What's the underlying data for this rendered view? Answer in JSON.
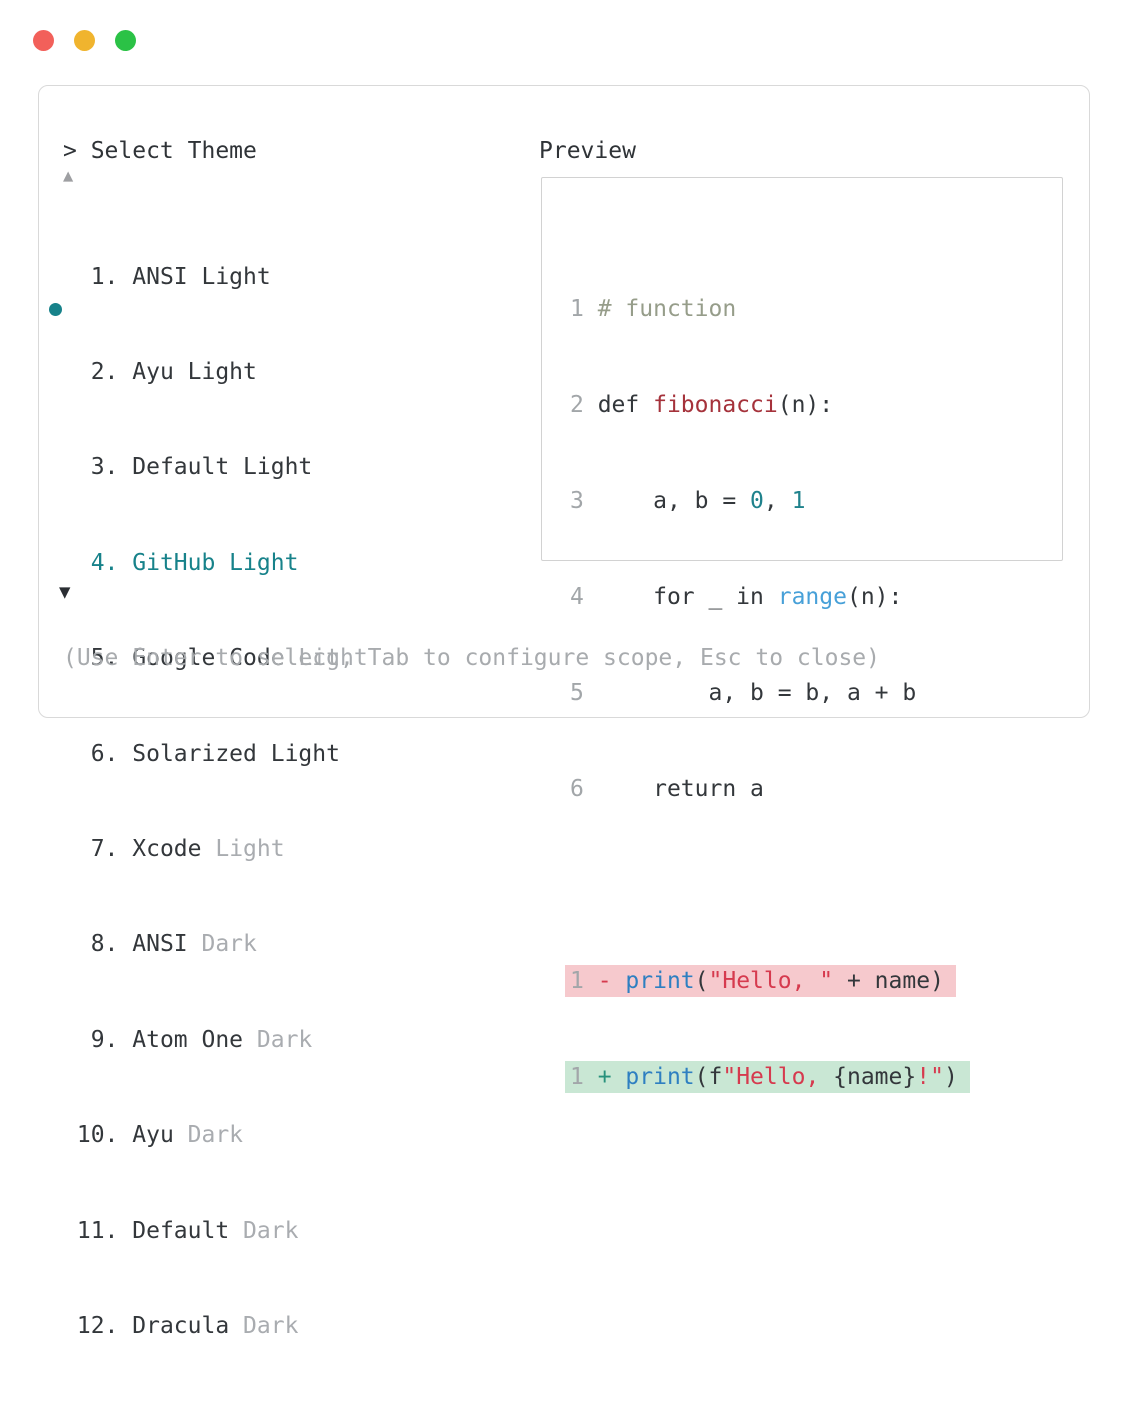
{
  "window": {
    "traffic_lights": {
      "red": "#f2605a",
      "yellow": "#f0b42e",
      "green": "#2bc246"
    }
  },
  "panel": {
    "title": "> Select Theme",
    "scroll_up_icon": "▲",
    "scroll_down_icon": "▼",
    "hint": "(Use Enter to select, Tab to configure scope, Esc to close)",
    "list": {
      "selected_index": 4,
      "items": [
        {
          "num": "  1. ",
          "name": "ANSI Light",
          "suffix": ""
        },
        {
          "num": "  2. ",
          "name": "Ayu Light",
          "suffix": ""
        },
        {
          "num": "  3. ",
          "name": "Default Light",
          "suffix": ""
        },
        {
          "num": "  4. ",
          "name": "GitHub Light",
          "suffix": "",
          "selected": true
        },
        {
          "num": "  5. ",
          "name": "Google Code",
          "suffix": " Light"
        },
        {
          "num": "  6. ",
          "name": "Solarized Light",
          "suffix": ""
        },
        {
          "num": "  7. ",
          "name": "Xcode",
          "suffix": " Light"
        },
        {
          "num": "  8. ",
          "name": "ANSI",
          "suffix": " Dark"
        },
        {
          "num": "  9. ",
          "name": "Atom One",
          "suffix": " Dark"
        },
        {
          "num": " 10. ",
          "name": "Ayu",
          "suffix": " Dark"
        },
        {
          "num": " 11. ",
          "name": "Default",
          "suffix": " Dark"
        },
        {
          "num": " 12. ",
          "name": "Dracula",
          "suffix": " Dark"
        }
      ]
    },
    "preview": {
      "label": "Preview",
      "lines": [
        {
          "segs": [
            {
              "t": "1 "
            },
            {
              "t": "# function"
            }
          ]
        },
        {
          "segs": [
            {
              "t": "2 "
            },
            {
              "t": "def "
            },
            {
              "t": "fibonacci"
            },
            {
              "t": "(n):"
            }
          ]
        },
        {
          "segs": [
            {
              "t": "3 "
            },
            {
              "t": "    a, b = "
            },
            {
              "t": "0"
            },
            {
              "t": ", "
            },
            {
              "t": "1"
            }
          ]
        },
        {
          "segs": [
            {
              "t": "4 "
            },
            {
              "t": "    for _ in "
            },
            {
              "t": "range"
            },
            {
              "t": "(n):"
            }
          ]
        },
        {
          "segs": [
            {
              "t": "5 "
            },
            {
              "t": "        a, b = b, a + b"
            }
          ]
        },
        {
          "segs": [
            {
              "t": "6 "
            },
            {
              "t": "    return a"
            }
          ]
        }
      ],
      "diff_removed": {
        "segs": [
          {
            "t": "1 "
          },
          {
            "t": "- "
          },
          {
            "t": "print"
          },
          {
            "t": "("
          },
          {
            "t": "\"Hello, \""
          },
          {
            "t": " + name)"
          }
        ]
      },
      "diff_added": {
        "segs": [
          {
            "t": "1 "
          },
          {
            "t": "+ "
          },
          {
            "t": "print"
          },
          {
            "t": "(f"
          },
          {
            "t": "\"Hello, "
          },
          {
            "t": "{name}"
          },
          {
            "t": "!\""
          },
          {
            "t": ")"
          }
        ]
      }
    }
  },
  "colors": {
    "selected_teal": "#17828a",
    "text_dark": "#33373b",
    "text_gray": "#a9acb0",
    "line_number_gray": "#a2a6a9",
    "comment_green_gray": "#969d8a",
    "function_dark_red": "#a5323b",
    "number_teal": "#1f828c",
    "print_blue": "#2e7fc1",
    "range_sky_blue": "#47a0d8",
    "string_red": "#d63a4e",
    "plus_green": "#27917c",
    "diff_removed_bg": "#f6c9cd",
    "diff_added_bg": "#c9e7d4",
    "window_border": "#d9d9d9"
  }
}
